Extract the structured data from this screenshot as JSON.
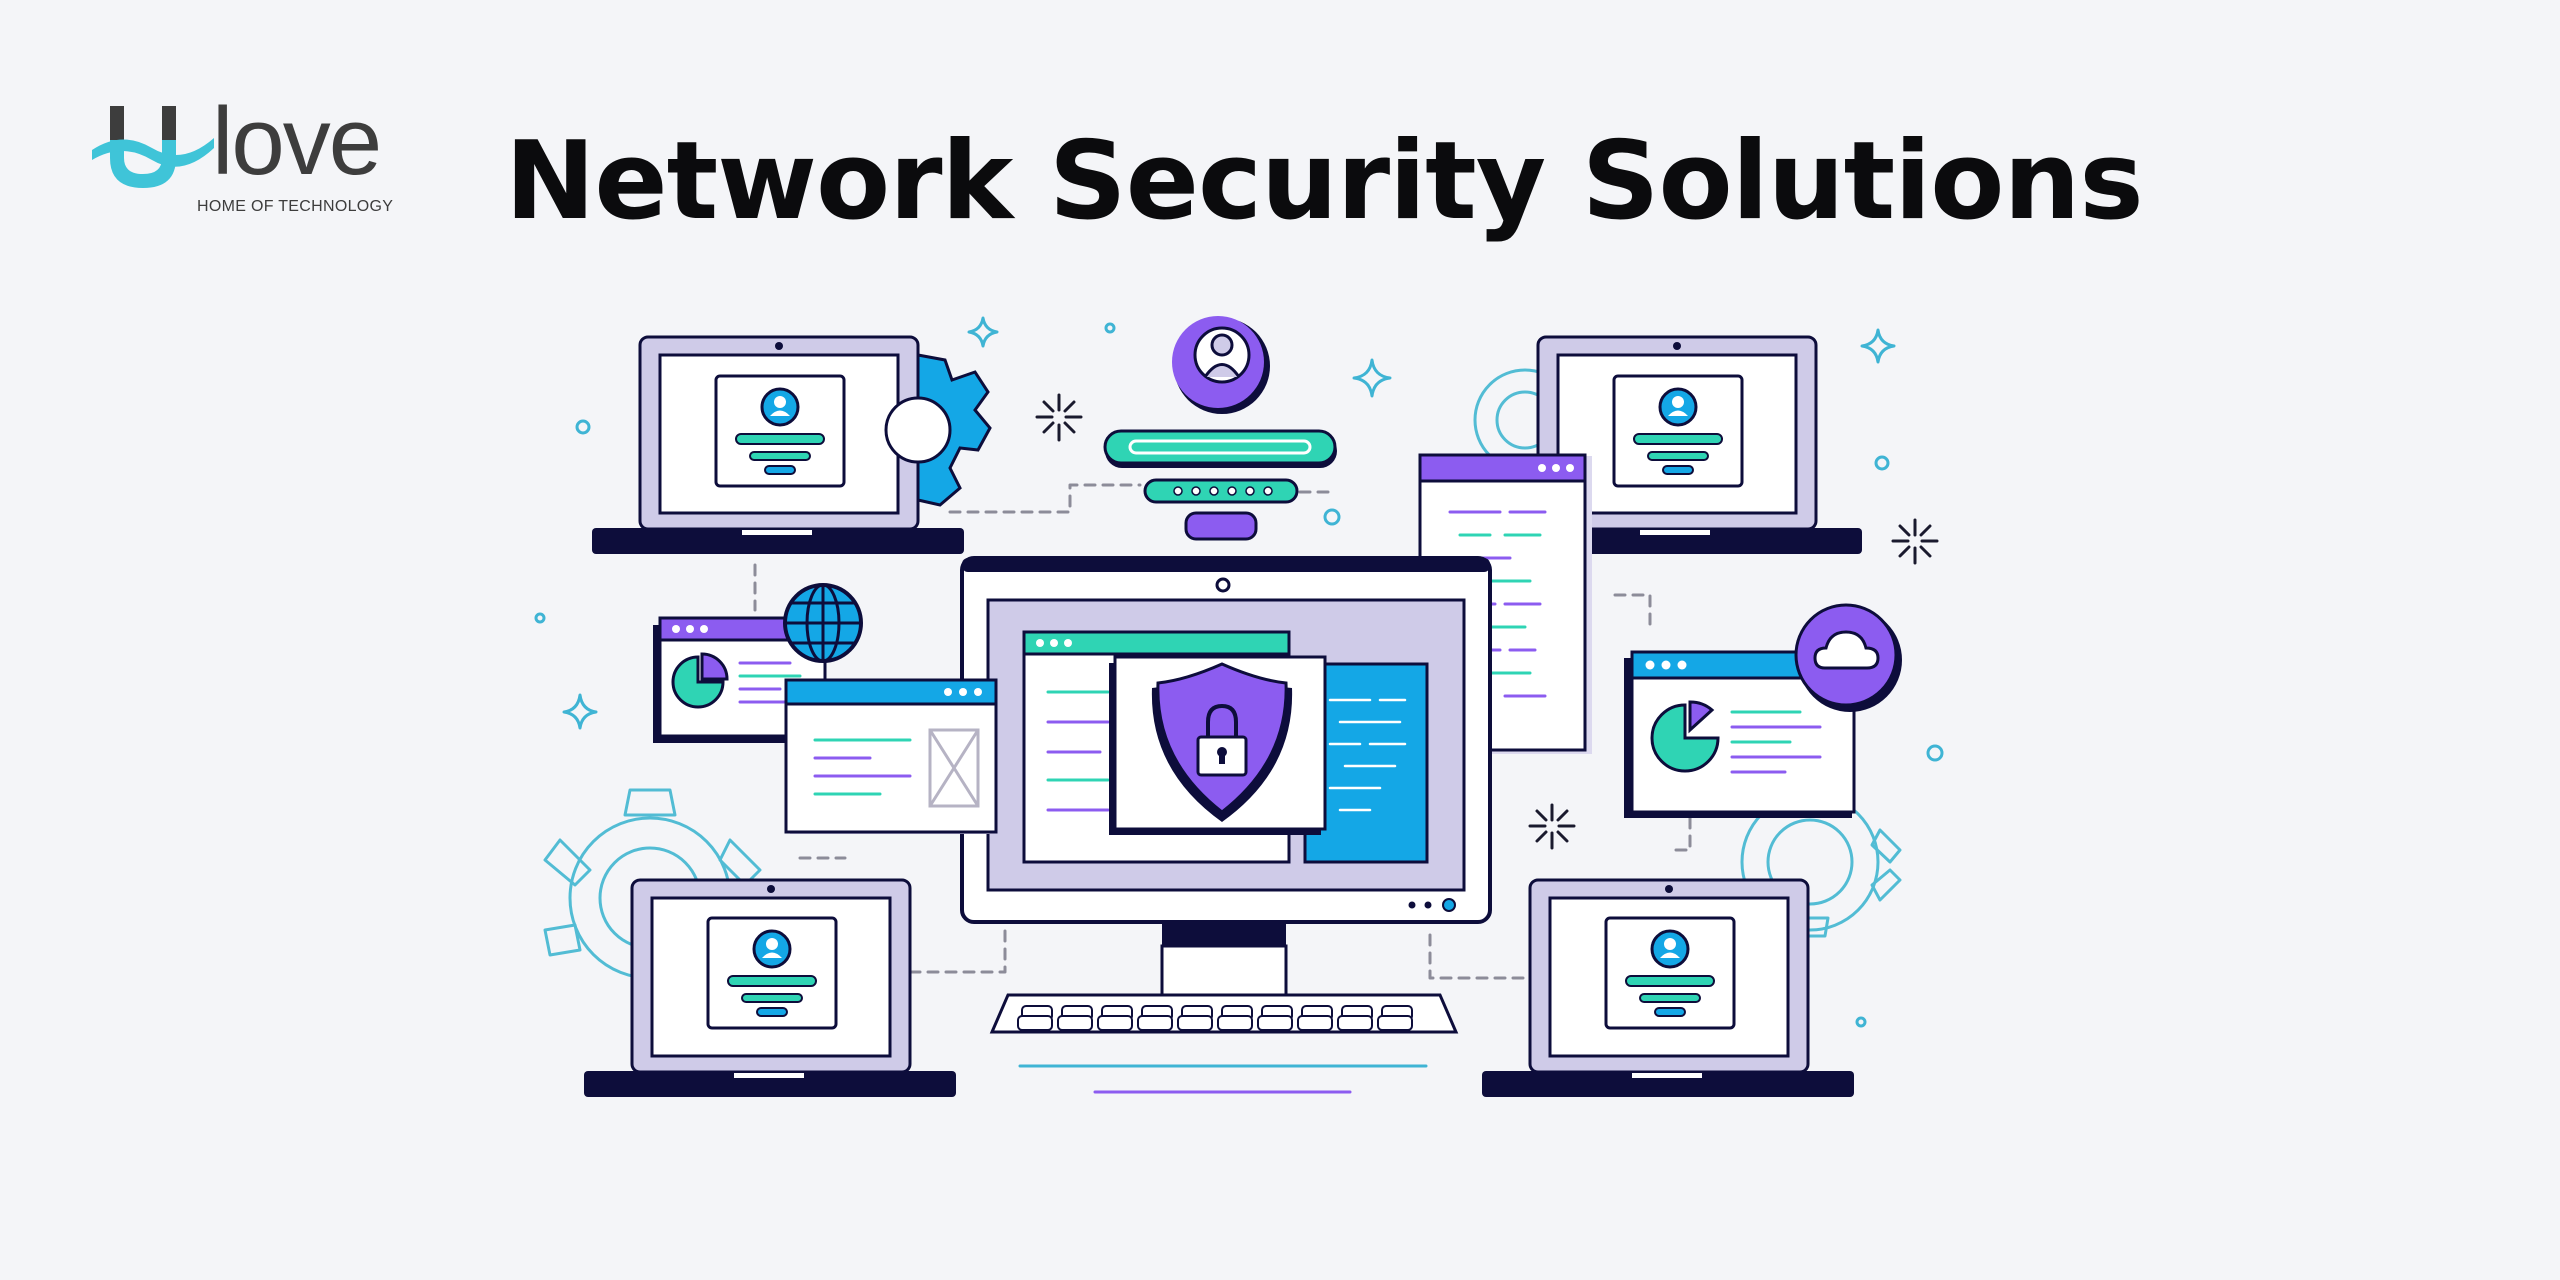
{
  "brand": {
    "logo_word": "love",
    "tagline": "HOME OF TECHNOLOGY",
    "logo_icon": "u-wave-icon"
  },
  "hero": {
    "title": "Network Security Solutions"
  },
  "colors": {
    "background": "#f4f5f8",
    "purple": "#8c5cf0",
    "teal": "#2fd4b4",
    "blue": "#14a7e6",
    "navy": "#0d0d3b",
    "lavender": "#cfcbe8",
    "logo_cyan": "#3fc4d8"
  },
  "illustration": {
    "icons": [
      "laptop-icon",
      "gear-icon",
      "user-avatar-icon",
      "monitor-icon",
      "shield-lock-icon",
      "globe-icon",
      "cloud-icon",
      "pie-chart-icon",
      "code-window-icon",
      "sparkle-icon"
    ]
  }
}
